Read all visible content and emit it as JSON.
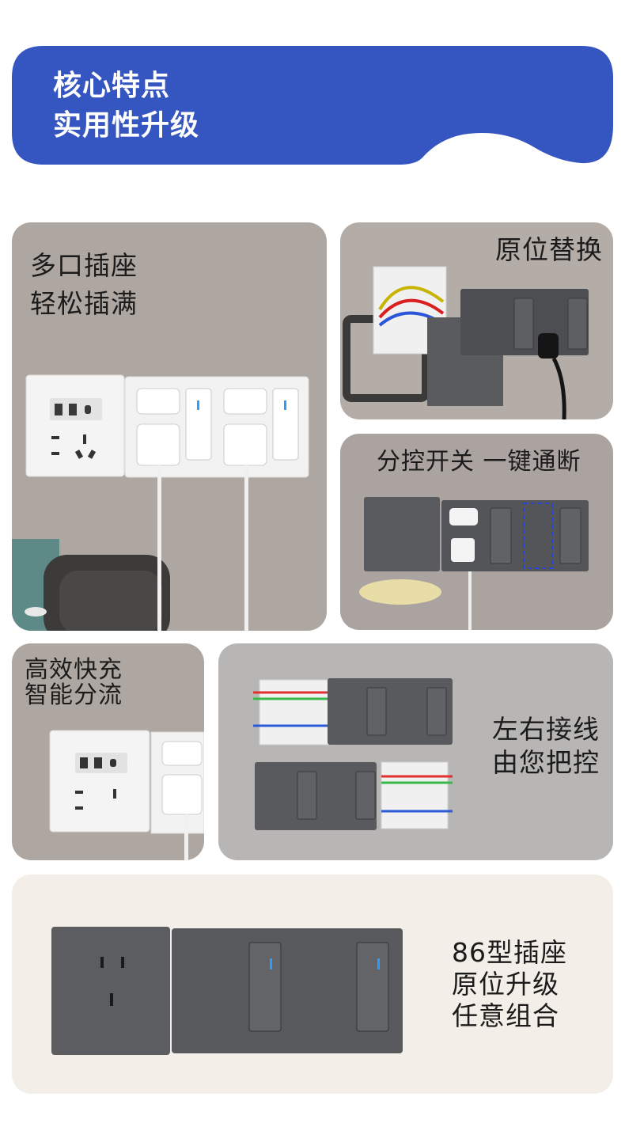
{
  "header": {
    "line1": "核心特点",
    "line2": "实用性升级",
    "color": "#3555c0"
  },
  "panels": {
    "multi_port": {
      "line1": "多口插座",
      "line2": "轻松插满"
    },
    "replace": {
      "line1": "原位替换"
    },
    "switch_control": {
      "line1": "分控开关 一键通断"
    },
    "fast_charge": {
      "line1": "高效快充",
      "line2": "智能分流"
    },
    "wiring": {
      "line1": "左右接线",
      "line2": "由您把控"
    },
    "combo": {
      "line1": "86型插座",
      "line2": "原位升级",
      "line3": "任意组合"
    }
  },
  "colors": {
    "panel_gray": "#aea7a1",
    "panel_light_gray": "#b9b6b3",
    "panel_cream": "#f3eee8",
    "socket_white": "#f5f5f5",
    "socket_dark": "#5c5d60",
    "indicator_blue": "#2c9cff"
  }
}
